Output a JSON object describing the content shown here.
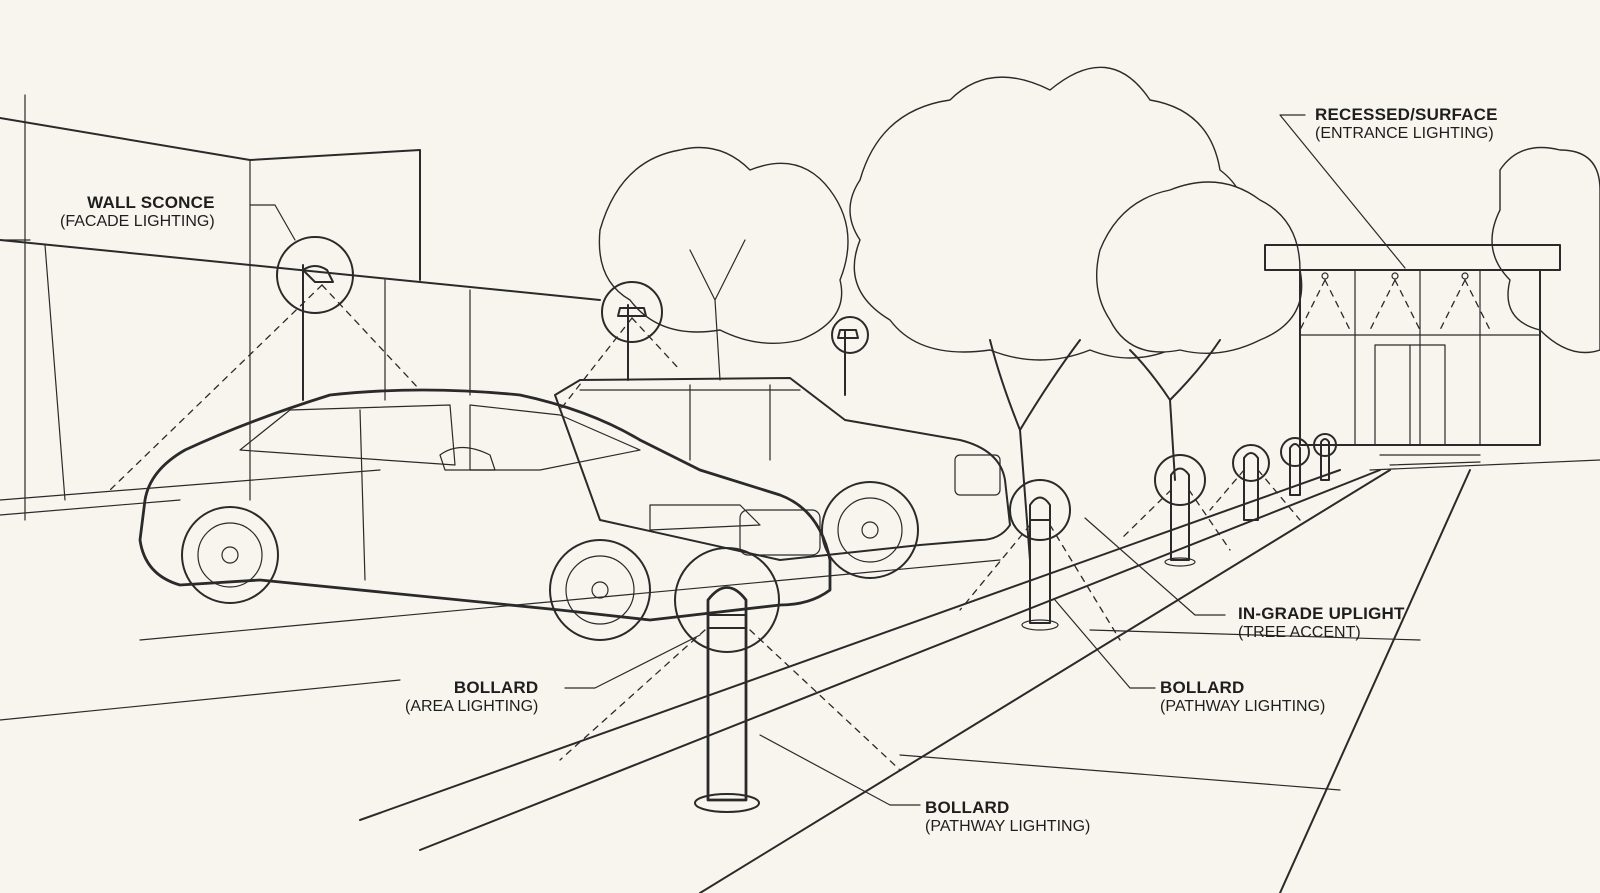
{
  "callouts": {
    "wall_sconce": {
      "title": "WALL SCONCE",
      "subtitle": "(FACADE LIGHTING)"
    },
    "recessed": {
      "title": "RECESSED/SURFACE",
      "subtitle": "(ENTRANCE LIGHTING)"
    },
    "bollard_area": {
      "title": "BOLLARD",
      "subtitle": "(AREA LIGHTING)"
    },
    "in_grade": {
      "title": "IN-GRADE UPLIGHT",
      "subtitle": "(TREE ACCENT)"
    },
    "bollard_pathway_mid": {
      "title": "BOLLARD",
      "subtitle": "(PATHWAY LIGHTING)"
    },
    "bollard_pathway_low": {
      "title": "BOLLARD",
      "subtitle": "(PATHWAY LIGHTING)"
    }
  },
  "colors": {
    "paper": "#f7f5ee",
    "ink": "#2a2a2a"
  }
}
